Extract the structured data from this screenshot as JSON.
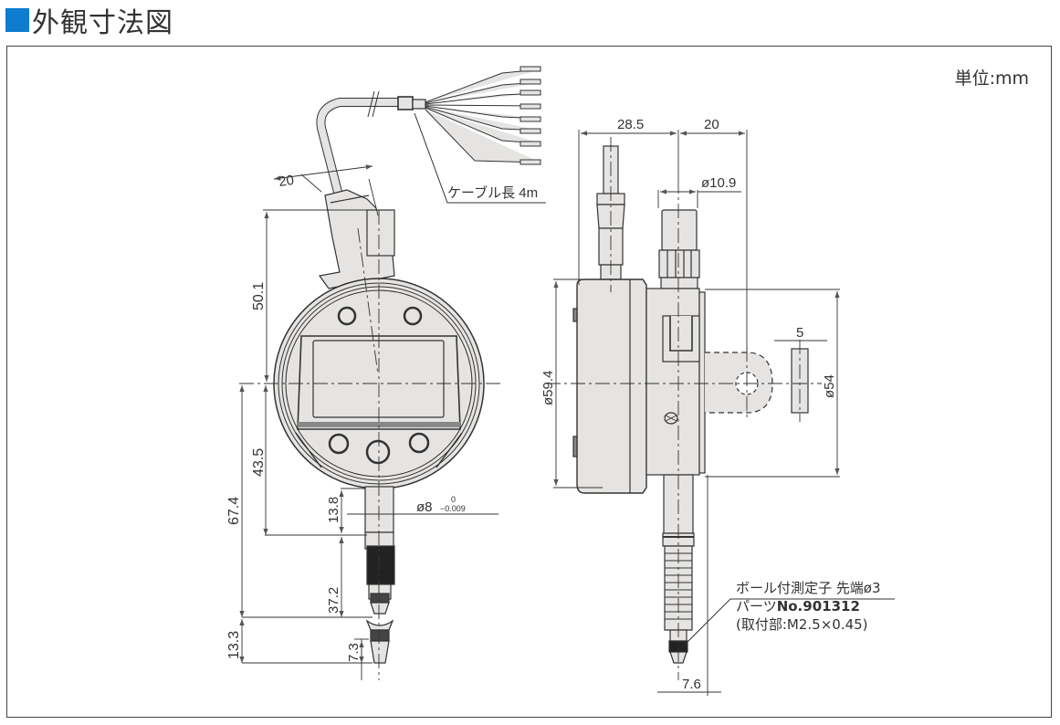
{
  "header": {
    "title": "外観寸法図"
  },
  "unit_label": "単位:mm",
  "colors": {
    "accent": "#0e7ccf",
    "body_fill": "#e6e4e2",
    "line": "#333333"
  },
  "front_view": {
    "cable_label": "ケーブル長 4m",
    "dim_connector_width": "20",
    "dim_top_height": "50.1",
    "dim_bottom_to_stem": "43.5",
    "dim_total_lower": "67.4",
    "dim_stem_length": "13.8",
    "dim_stem_dia_main": "ø8",
    "dim_stem_dia_tol": "−0.009",
    "dim_stem_dia_tol_upper": "0",
    "dim_spindle": "37.2",
    "dim_tip": "13.3",
    "dim_contact": "7.3"
  },
  "side_view": {
    "dim_left_depth": "28.5",
    "dim_right_depth": "20",
    "dim_cap_dia": "ø10.9",
    "dim_body_dia": "ø59.4",
    "dim_back_dia": "ø54",
    "dim_lug_thickness": "5",
    "dim_tip_offset": "7.6",
    "contact_note_line1": "ボール付測定子 先端ø3",
    "contact_note_line2_prefix": "パーツ",
    "contact_note_line2_part": "No.901312",
    "contact_note_line3": "(取付部:M2.5×0.45)"
  }
}
